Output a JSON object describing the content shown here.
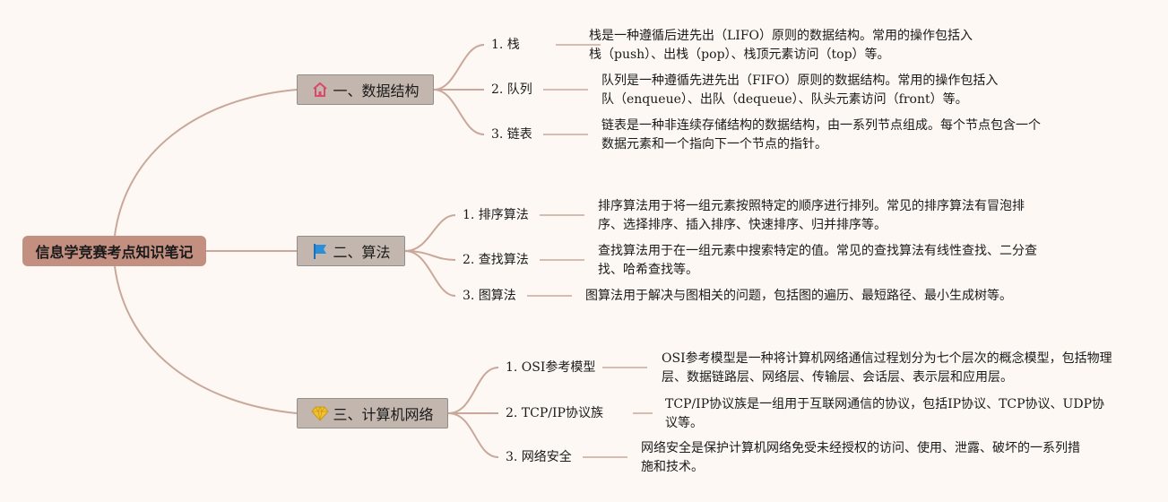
{
  "root": {
    "label": "信息学竞赛考点知识笔记"
  },
  "branches": [
    {
      "label": "一、数据结构",
      "icon": "house-icon",
      "topics": [
        {
          "label": "1. 栈",
          "desc": "栈是一种遵循后进先出（LIFO）原则的数据结构。常用的操作包括入栈（push）、出栈（pop）、栈顶元素访问（top）等。"
        },
        {
          "label": "2. 队列",
          "desc": "队列是一种遵循先进先出（FIFO）原则的数据结构。常用的操作包括入队（enqueue）、出队（dequeue）、队头元素访问（front）等。"
        },
        {
          "label": "3. 链表",
          "desc": "链表是一种非连续存储结构的数据结构，由一系列节点组成。每个节点包含一个数据元素和一个指向下一个节点的指针。"
        }
      ]
    },
    {
      "label": "二、算法",
      "icon": "flag-icon",
      "topics": [
        {
          "label": "1. 排序算法",
          "desc": "排序算法用于将一组元素按照特定的顺序进行排列。常见的排序算法有冒泡排序、选择排序、插入排序、快速排序、归并排序等。"
        },
        {
          "label": "2. 查找算法",
          "desc": "查找算法用于在一组元素中搜索特定的值。常见的查找算法有线性查找、二分查找、哈希查找等。"
        },
        {
          "label": "3. 图算法",
          "desc": "图算法用于解决与图相关的问题，包括图的遍历、最短路径、最小生成树等。"
        }
      ]
    },
    {
      "label": "三、计算机网络",
      "icon": "gem-icon",
      "topics": [
        {
          "label": "1. OSI参考模型",
          "desc": "OSI参考模型是一种将计算机网络通信过程划分为七个层次的概念模型，包括物理层、数据链路层、网络层、传输层、会话层、表示层和应用层。"
        },
        {
          "label": "2. TCP/IP协议族",
          "desc": "TCP/IP协议族是一组用于互联网通信的协议，包括IP协议、TCP协议、UDP协议等。"
        },
        {
          "label": "3. 网络安全",
          "desc": "网络安全是保护计算机网络免受未经授权的访问、使用、泄露、破坏的一系列措施和技术。"
        }
      ]
    }
  ],
  "colors": {
    "background": "#fdf8f3",
    "root_fill": "#c28f80",
    "branch_fill": "#c3b6ae",
    "branch_border": "#8e8f8a",
    "connector": "#c9a89b",
    "house_icon": "#d94a6a",
    "flag_icon": "#2a8fd8",
    "gem_icon": "#f2c230"
  }
}
